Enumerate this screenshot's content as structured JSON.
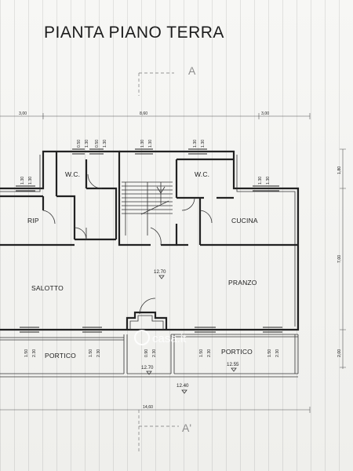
{
  "title": "PIANTA PIANO TERRA",
  "section_marks": {
    "top": "A",
    "bottom": "A'"
  },
  "overall_dims": {
    "top_left": "3,00",
    "top_center": "8,60",
    "top_right": "3,00",
    "bottom_total": "14,60",
    "right_upper": "1,80",
    "right_middle": "7,00",
    "right_lower": "2,00"
  },
  "rooms": {
    "wc_left": "W.C.",
    "wc_right": "W.C.",
    "rip": "RIP",
    "cucina": "CUCINA",
    "salotto": "SALOTTO",
    "pranzo": "PRANZO",
    "portico_left": "PORTICO",
    "portico_right": "PORTICO"
  },
  "levels": {
    "main": "12.70",
    "entry": "12.70",
    "portico": "12.55",
    "outside": "12.40"
  },
  "window_marks": {
    "rip": [
      "1.30",
      "1.30"
    ],
    "wc_left_a": [
      "0.50",
      "1.30"
    ],
    "wc_left_b": [
      "0.50",
      "1.30"
    ],
    "stair": [
      "1.30",
      "1.30"
    ],
    "wc_right": [
      "1.30",
      "1.30"
    ],
    "cucina": [
      "1.30",
      "1.30"
    ],
    "portico_1": [
      "1.50",
      "2.30"
    ],
    "portico_2": [
      "1.50",
      "2.30"
    ],
    "entry": [
      "0.90",
      "2.30"
    ],
    "portico_3": [
      "1.50",
      "2.30"
    ],
    "portico_4": [
      "1.50",
      "2.30"
    ]
  },
  "watermark": "casa.it"
}
